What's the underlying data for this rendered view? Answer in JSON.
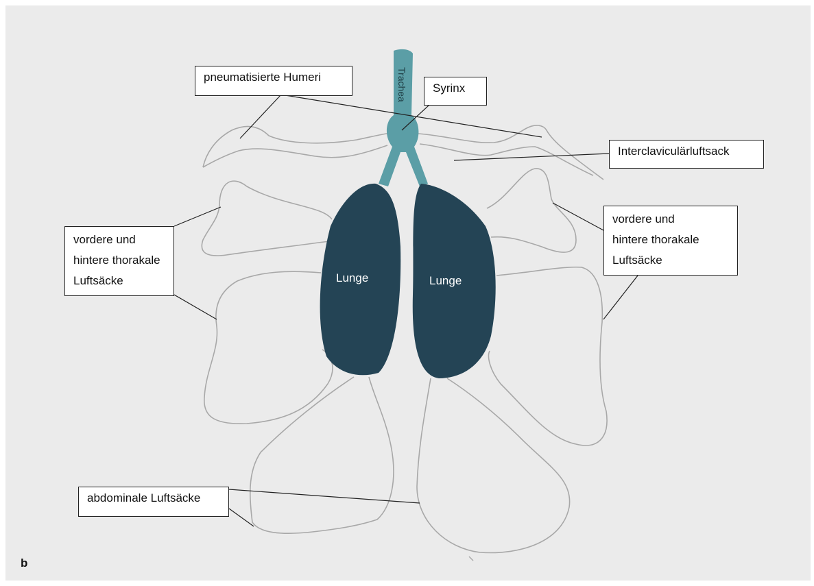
{
  "labels": {
    "humeri": "pneumatisierte Humeri",
    "syrinx": "Syrinx",
    "trachea": "Trachea",
    "interclavicular": "Interclaviculärluftsack",
    "thoracic_left": [
      "vordere und",
      "hintere thorakale",
      "Luftsäcke"
    ],
    "thoracic_right": [
      "vordere und",
      "hintere thorakale",
      "Luftsäcke"
    ],
    "abdominal": "abdominale Luftsäcke",
    "lung_left": "Lunge",
    "lung_right": "Lunge",
    "panel": "b"
  },
  "colors": {
    "background": "#ebebeb",
    "outline": "#a8a8a8",
    "lung": "#244455",
    "trachea": "#5b9ea6"
  }
}
